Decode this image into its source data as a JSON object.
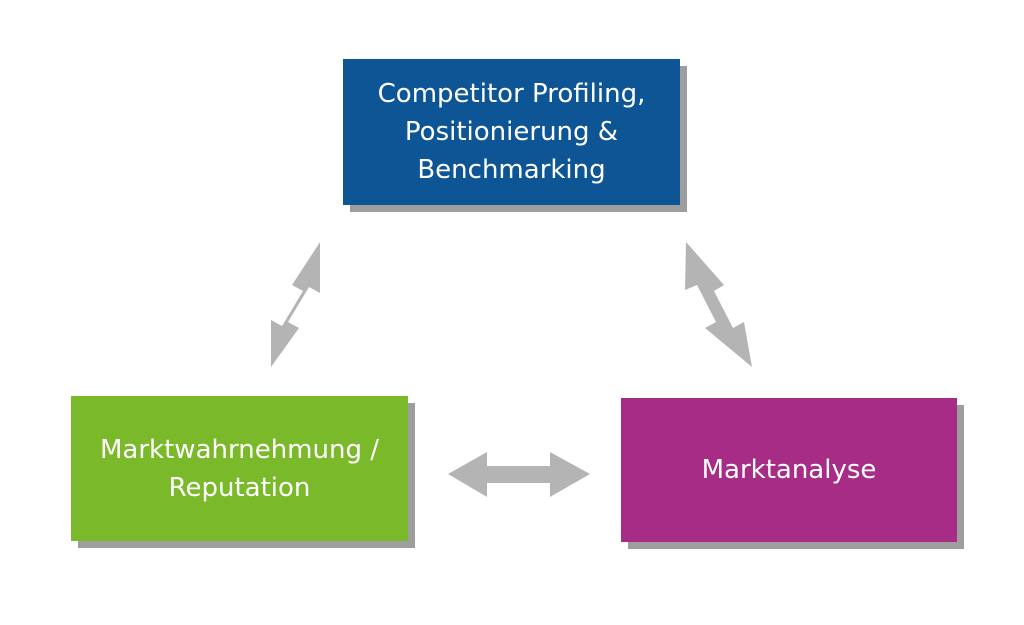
{
  "diagram": {
    "nodes": {
      "top": {
        "lines": [
          "Competitor Profiling,",
          "Positionierung &",
          "Benchmarking"
        ],
        "color": "#0e5596"
      },
      "left": {
        "lines": [
          "Marktwahrnehmung /",
          "Reputation"
        ],
        "color": "#7ab92a"
      },
      "right": {
        "lines": [
          "Marktanalyse"
        ],
        "color": "#a72c86"
      }
    },
    "arrow_color": "#b4b4b4",
    "shadow_color": "#9e9e9e",
    "edges": [
      {
        "from": "left",
        "to": "top",
        "direction": "both"
      },
      {
        "from": "top",
        "to": "right",
        "direction": "both"
      },
      {
        "from": "left",
        "to": "right",
        "direction": "both"
      }
    ]
  }
}
